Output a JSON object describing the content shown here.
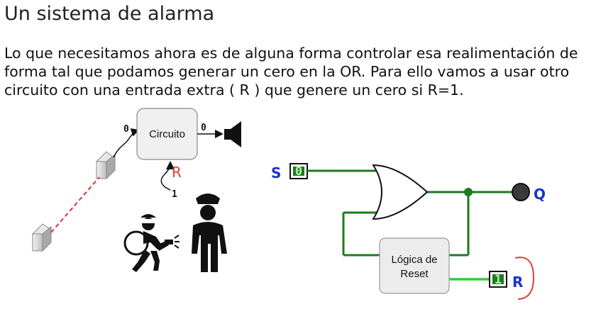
{
  "slide": {
    "title": "Un sistema de alarma",
    "body_lines": [
      "Lo que necesitamos ahora es de alguna forma controlar esa realimentación de",
      "forma tal que podamos generar un cero en la OR. Para ello vamos a usar otro",
      "circuito con una entrada extra ( R ) que genere un cero si R=1."
    ]
  },
  "left_diagram": {
    "circuit_label": "Circuito",
    "input_value": "0",
    "output_value": "0",
    "reset_value": "1",
    "reset_annotation": "R",
    "beam_color": "#e03030",
    "annotation_color": "#e53b3b"
  },
  "right_diagram": {
    "s_label": "S",
    "s_value": "0",
    "q_label": "Q",
    "r_label": "R",
    "r_value": "1",
    "reset_box_line1": "Lógica de",
    "reset_box_line2": "Reset",
    "wire_color": "#1e7a1e",
    "wire_active_color": "#33cc33",
    "pin_label_color": "#1a33c7",
    "bracket_color": "#e53b3b"
  }
}
